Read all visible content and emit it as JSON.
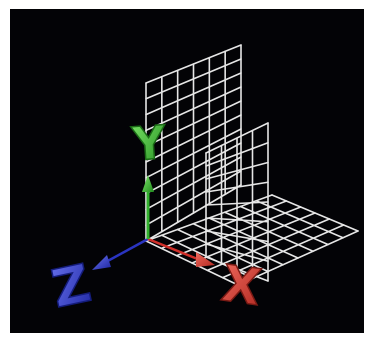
{
  "scene": {
    "background": "#030306",
    "grid_color": "#e6e6e6",
    "grid_planes": [
      "yz-plane",
      "xy-plane",
      "xz-plane"
    ],
    "axes": [
      {
        "name": "x",
        "label": "X",
        "color": "#e0443a",
        "shaft_color": "#d0302a"
      },
      {
        "name": "y",
        "label": "Y",
        "color": "#3fc43a",
        "shaft_color": "#32b02e"
      },
      {
        "name": "z",
        "label": "Z",
        "color": "#3a46d6",
        "shaft_color": "#2a34c0"
      }
    ],
    "icons": [
      "x-axis-arrow-icon",
      "y-axis-arrow-icon",
      "z-axis-arrow-icon"
    ]
  }
}
